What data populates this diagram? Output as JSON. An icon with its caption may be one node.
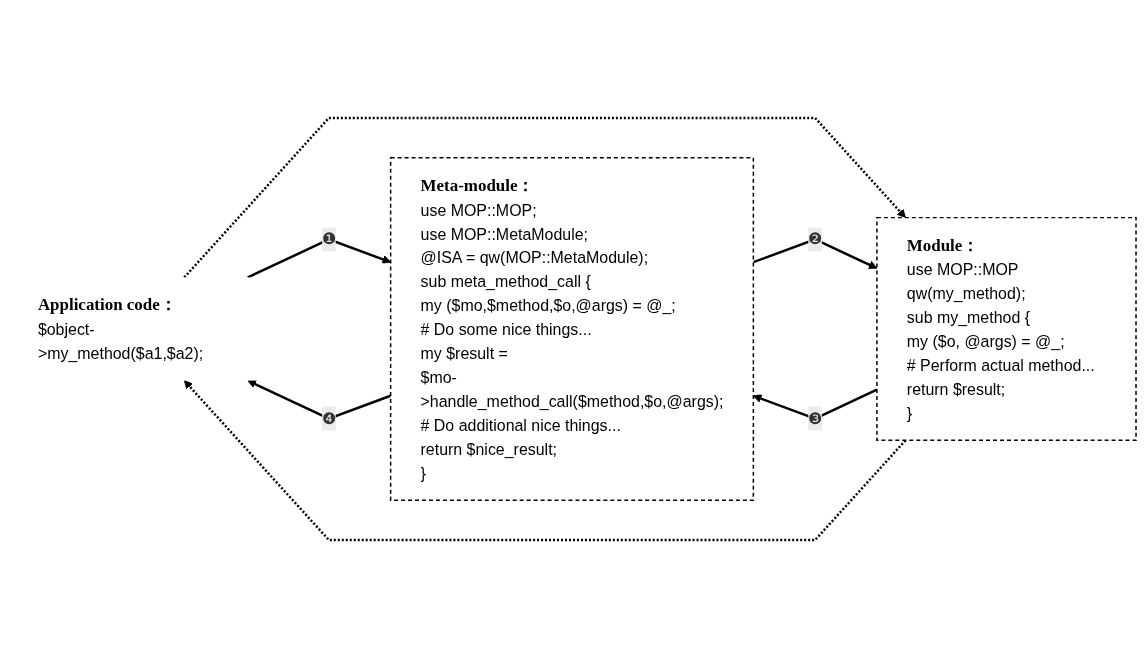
{
  "diagram": {
    "nodes": [
      {
        "text": [
          "Application code：",
          "$object->my_method($a1,$a2);"
        ]
      },
      {
        "text": [
          "Meta-module：",
          "use MOP::MOP;",
          "use MOP::MetaModule;",
          "@ISA = qw(MOP::MetaModule);",
          "sub meta_method_call {",
          "my ($mo,$method,$o,@args) = @_;",
          "# Do some nice things...",
          "my $result =",
          "$mo->handle_method_call($method,$o,@args);",
          "# Do additional nice things...",
          "return $nice_result;",
          "}"
        ]
      },
      {
        "text": [
          "Module：",
          "use MOP::MOP qw(my_method);",
          "sub my_method {",
          "my ($o, @args) = @_;",
          "# Perform actual method...",
          "return $result;",
          "}"
        ]
      }
    ],
    "edges": [
      {
        "from": 0,
        "to": 1,
        "arrow": "to",
        "label": "❶"
      },
      {
        "from": 0,
        "to": 2,
        "arrow": "to",
        "style": "dashed"
      },
      {
        "from": 1,
        "to": 2,
        "arrow": "to",
        "label": "❷"
      },
      {
        "from": 2,
        "to": 1,
        "arrow": "to",
        "label": "❸"
      },
      {
        "from": 1,
        "to": 0,
        "arrow": "to",
        "label": "❹"
      },
      {
        "from": 2,
        "to": 0,
        "arrow": "to",
        "style": "dashed"
      }
    ]
  }
}
